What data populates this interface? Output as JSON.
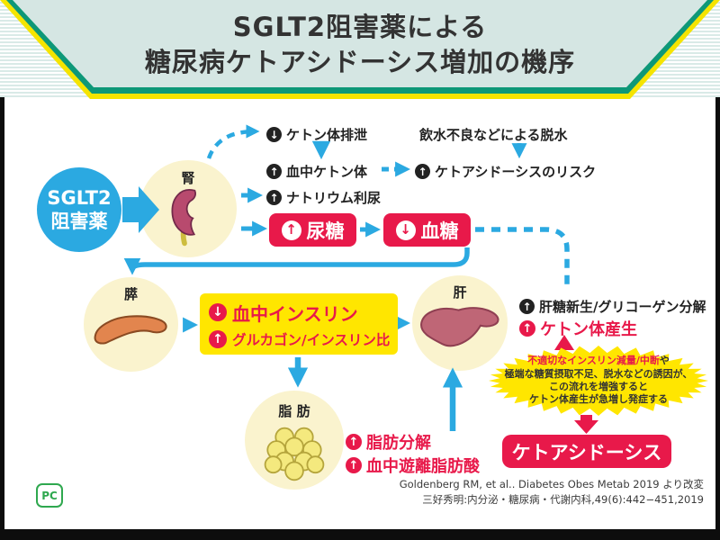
{
  "colors": {
    "accent_blue": "#2BA9E1",
    "crimson": "#E8194A",
    "highlight_yellow": "#FFE600",
    "header_teal": "#D5E6E3",
    "ribbon_green": "#0E9878",
    "ribbon_yellow": "#F5E400",
    "organ_circle": "#FAF3CE",
    "logo_green": "#2FA84F"
  },
  "icons": {
    "up": "↑",
    "down": "↓"
  },
  "header": {
    "title_line1": "SGLT2阻害薬による",
    "title_line2": "糖尿病ケトアシドーシス増加の機序"
  },
  "nodes": {
    "sglt2_line1": "SGLT2",
    "sglt2_line2": "阻害薬",
    "kidney": "腎",
    "pancreas": "膵",
    "liver": "肝",
    "fat": "脂 肪"
  },
  "flow": {
    "ketone_excretion": "ケトン体排泄",
    "blood_ketone": "血中ケトン体",
    "dehydration": "飲水不良などによる脱水",
    "dka_risk": "ケトアシドーシスのリスク",
    "natriuresis": "ナトリウム利尿",
    "urine_glucose": "尿糖",
    "blood_glucose": "血糖",
    "blood_insulin": "血中インスリン",
    "glucagon_insulin_ratio": "グルカゴン/インスリン比",
    "gluconeogenesis": "肝糖新生/グリコーゲン分解",
    "ketogenesis": "ケトン体産生",
    "lipolysis": "脂肪分解",
    "free_fatty_acid": "血中遊離脂肪酸",
    "ketoacidosis": "ケトアシドーシス"
  },
  "callout": {
    "line1_red": "不適切なインスリン減量/中断",
    "line1_tail": "や",
    "line2": "極端な糖質摂取不足、脱水などの誘因が、",
    "line3": "この流れを増強すると",
    "line4": "ケトン体産生が急増し発症する"
  },
  "citation": {
    "line1": "Goldenberg RM, et al.. Diabetes Obes Metab 2019 より改変",
    "line2": "三好秀明:内分泌・糖尿病・代謝内科,49(6):442−451,2019"
  },
  "logo": "PC"
}
